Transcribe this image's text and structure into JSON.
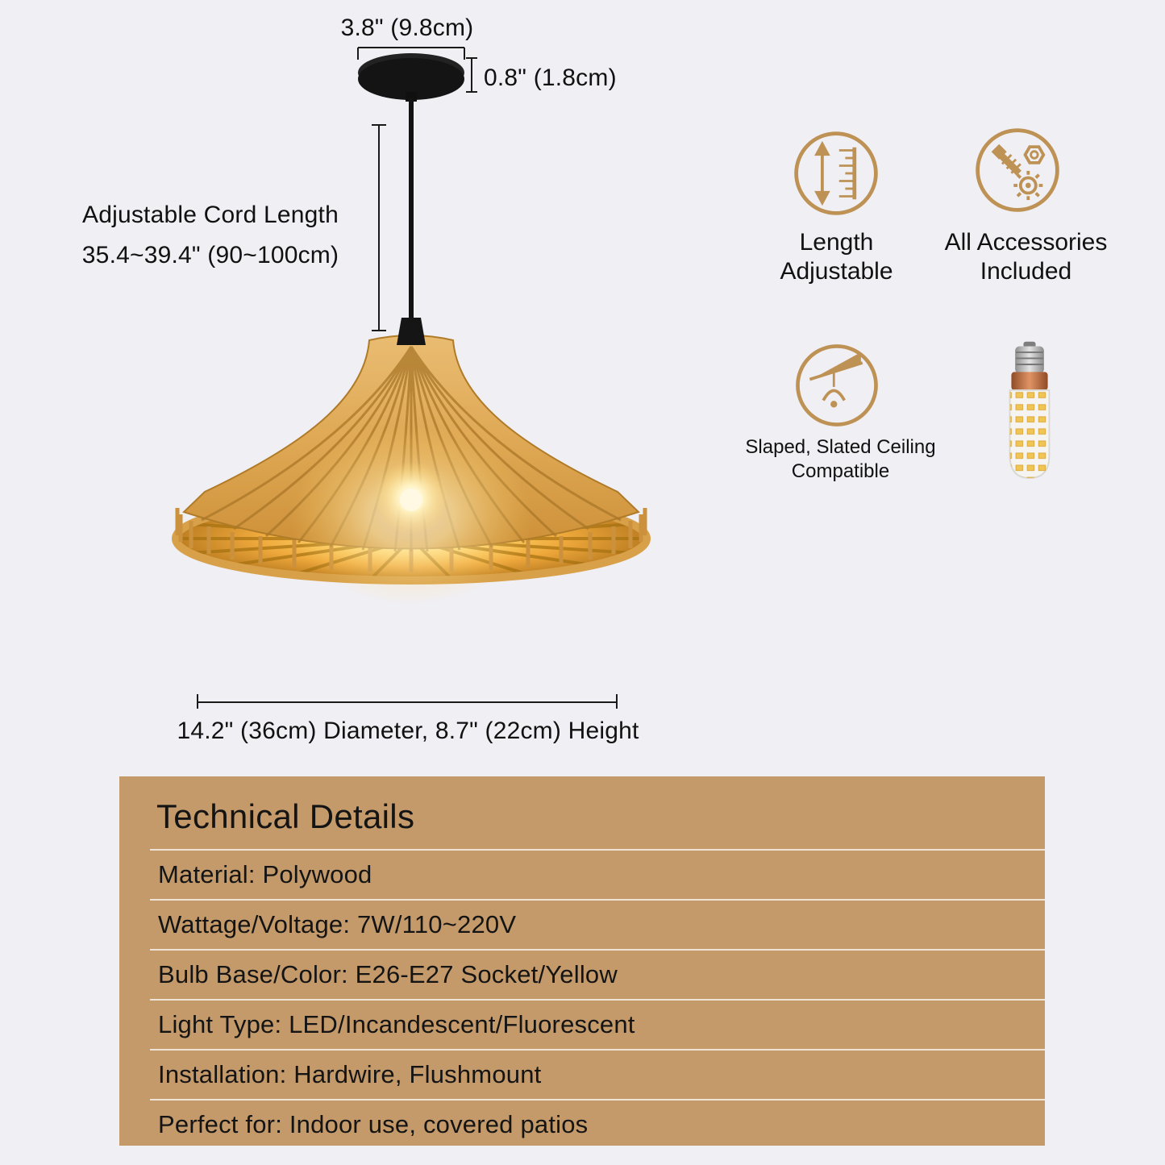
{
  "colors": {
    "accent_tan": "#bd9254",
    "panel_bg": "#c49a6b",
    "background": "#f0eff4",
    "wood": "#dfa854",
    "glow": "#ffc24f"
  },
  "dimensions": {
    "canopy_width": "3.8\" (9.8cm)",
    "canopy_thickness": "0.8\" (1.8cm)",
    "cord_label_line1": "Adjustable Cord Length",
    "cord_label_line2": "35.4~39.4\" (90~100cm)",
    "shade_size": "14.2\" (36cm) Diameter, 8.7\" (22cm) Height"
  },
  "features": [
    {
      "icon": "length-adjustable-icon",
      "line1": "Length",
      "line2": "Adjustable"
    },
    {
      "icon": "accessories-included-icon",
      "line1": "All Accessories",
      "line2": "Included"
    },
    {
      "icon": "sloped-ceiling-icon",
      "line1": "Slaped, Slated Ceiling",
      "line2": "Compatible"
    },
    {
      "icon": "led-corn-bulb-image",
      "line1": "",
      "line2": ""
    }
  ],
  "technical_details": {
    "title": "Technical Details",
    "rows": [
      "Material: Polywood",
      "Wattage/Voltage: 7W/110~220V",
      "Bulb Base/Color:  E26-E27 Socket/Yellow",
      "Light Type: LED/Incandescent/Fluorescent",
      "Installation: Hardwire, Flushmount",
      "Perfect for: Indoor use, covered patios"
    ]
  }
}
